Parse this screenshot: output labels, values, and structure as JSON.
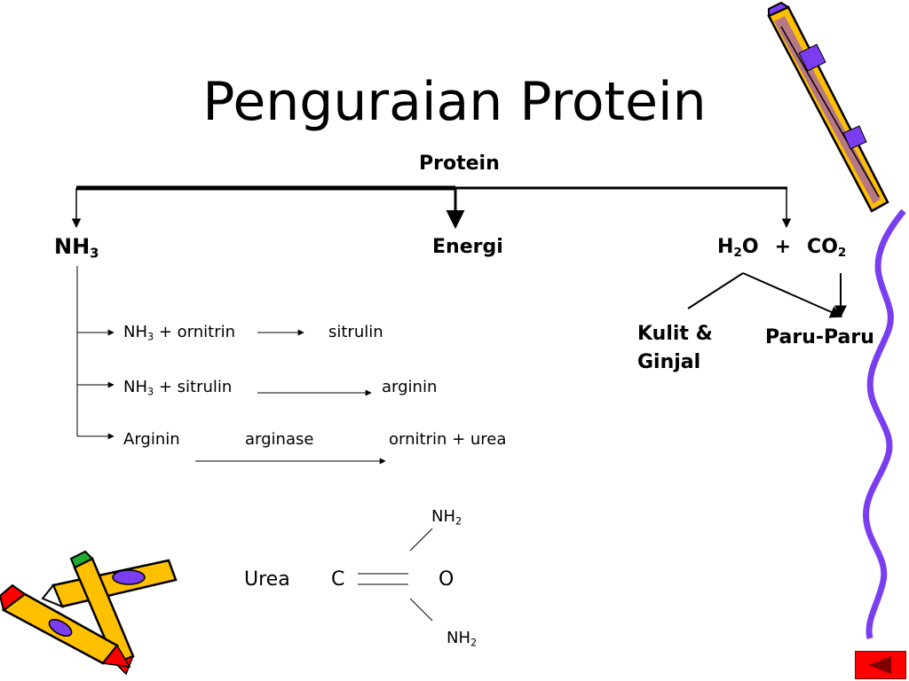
{
  "title": "Penguraian Protein",
  "root": "Protein",
  "products": {
    "nh3": "NH",
    "nh3_sub": "3",
    "energy": "Energi",
    "h2o_h": "H",
    "h2o_sub": "2",
    "h2o_o": "O",
    "plus": "+",
    "co2_co": "CO",
    "co2_sub": "2"
  },
  "excretion": {
    "kulit_line1": "Kulit &",
    "kulit_line2": "Ginjal",
    "paru": "Paru-Paru"
  },
  "reactions": [
    {
      "r_a": "NH",
      "r_sub": "3",
      "r_b": " + ornitrin",
      "product": "sitrulin"
    },
    {
      "r_a": "NH",
      "r_sub": "3",
      "r_b": " + sitrulin",
      "product": "arginin"
    },
    {
      "r_a": "Arginin",
      "enzyme": "arginase",
      "product": "ornitrin + urea"
    }
  ],
  "urea": {
    "label": "Urea",
    "carbon": "C",
    "oxygen": "O",
    "amine_top": "NH",
    "amine_top_sub": "2",
    "amine_bottom": "NH",
    "amine_bottom_sub": "2"
  },
  "colors": {
    "pencil_body": "#ffc000",
    "pencil_stripe": "#7a3df0",
    "pencil_tip_red": "#ff0000",
    "pencil_eraser_green": "#22aa33",
    "nav_button": "#ff0000"
  },
  "icons": {
    "nav_button": "triangle-left-icon"
  }
}
